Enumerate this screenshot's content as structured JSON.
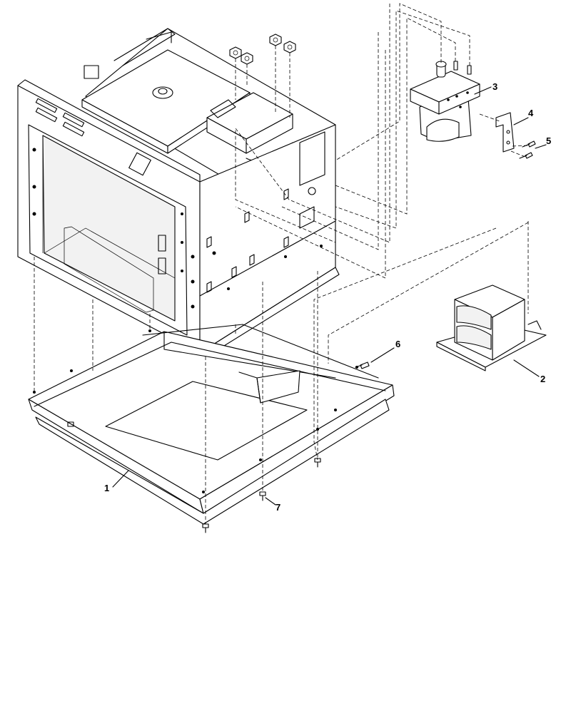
{
  "diagram": {
    "callouts": [
      {
        "id": "1",
        "label": "1",
        "part": "base-tray"
      },
      {
        "id": "2",
        "label": "2",
        "part": "transformer"
      },
      {
        "id": "3",
        "label": "3",
        "part": "magnetron"
      },
      {
        "id": "4",
        "label": "4",
        "part": "bracket"
      },
      {
        "id": "5",
        "label": "5",
        "part": "screws"
      },
      {
        "id": "6",
        "label": "6",
        "part": "screw"
      },
      {
        "id": "7",
        "label": "7",
        "part": "screw"
      }
    ]
  }
}
